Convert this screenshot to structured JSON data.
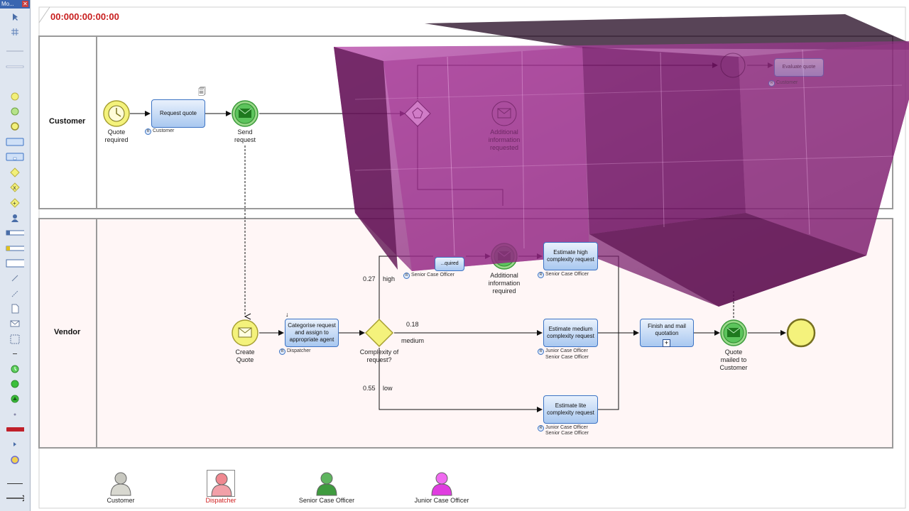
{
  "toolbox": {
    "title": "Mo..."
  },
  "timer": "00:000:00:00:00",
  "lanes": {
    "customer": "Customer",
    "vendor": "Vendor"
  },
  "customer": {
    "start_event": "Quote\nrequired",
    "request_quote_task": "Request quote",
    "request_quote_resource": "Customer",
    "send_request": "Send\nrequest",
    "additional_info_label": "Additional\ninformation\nrequested",
    "evaluate_quote_task": "Evaluate quote",
    "evaluate_quote_resource": "Customer"
  },
  "vendor": {
    "create_quote": "Create\nQuote",
    "categorise_task": "Categorise request and assign to appropriate agent",
    "categorise_resource": "Dispatcher",
    "gateway": "Complexity of\nrequest?",
    "prob_high": "0.27",
    "label_high": "high",
    "prob_medium": "0.18",
    "label_medium": "medium",
    "prob_low": "0.55",
    "label_low": "low",
    "request_info_task": "...quired",
    "request_info_resource": "Senior Case Officer",
    "additional_info_required": "Additional\ninformation\nrequired",
    "estimate_high_task": "Estimate high complexity request",
    "estimate_high_resource": "Senior Case Officer",
    "estimate_medium_task": "Estimate medium complexity request",
    "estimate_medium_resource_1": "Junior Case Officer",
    "estimate_medium_resource_2": "Senior Case Officer",
    "estimate_low_task": "Estimate lite complexity request",
    "estimate_low_resource_1": "Junior Case Officer",
    "estimate_low_resource_2": "Senior Case Officer",
    "finish_task": "Finish and mail quotation",
    "quote_mailed": "Quote\nmailed to\nCustomer"
  },
  "legend": [
    {
      "label": "Customer",
      "color": "#d8d8d0",
      "head": "#c8c8c0",
      "highlight": false
    },
    {
      "label": "Dispatcher",
      "color": "#f2a0a8",
      "head": "#f08890",
      "highlight": true
    },
    {
      "label": "Senior Case Officer",
      "color": "#3f9b3f",
      "head": "#5fb55f",
      "highlight": false
    },
    {
      "label": "Junior Case Officer",
      "color": "#e03ce0",
      "head": "#f06af0",
      "highlight": false
    }
  ],
  "colors": {
    "timer": "#c81e1e",
    "cube": "#8a1a78",
    "vendor_lane_bg": "#fff6f6",
    "task_border": "#3c73c4"
  }
}
